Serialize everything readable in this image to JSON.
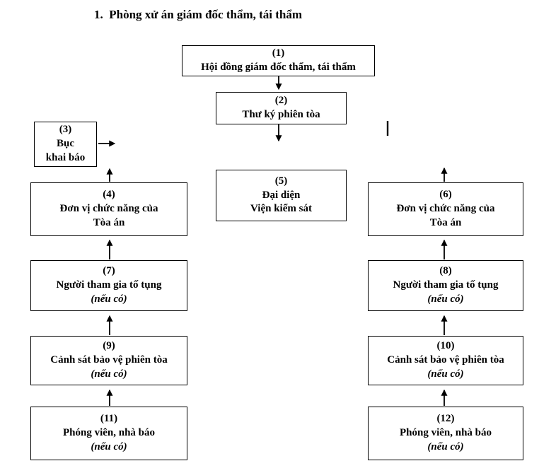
{
  "title": "1.  Phòng xử án giám đốc thẩm, tái thẩm",
  "colors": {
    "border": "#000000",
    "text": "#000000",
    "background": "#ffffff"
  },
  "boxes": {
    "b1": {
      "number": "(1)",
      "line1": "Hội đồng giám đốc thẩm, tái thẩm"
    },
    "b2": {
      "number": "(2)",
      "line1": "Thư ký phiên tòa"
    },
    "b3": {
      "number": "(3)",
      "line1": "Bục",
      "line2": "khai báo"
    },
    "b4": {
      "number": "(4)",
      "line1": "Đơn vị chức năng của",
      "line2": "Tòa án"
    },
    "b5": {
      "number": "(5)",
      "line1": "Đại diện",
      "line2": "Viện kiểm sát"
    },
    "b6": {
      "number": "(6)",
      "line1": "Đơn vị chức năng của",
      "line2": "Tòa án"
    },
    "b7": {
      "number": "(7)",
      "line1": "Người tham gia tố tụng",
      "note": "(nếu có)"
    },
    "b8": {
      "number": "(8)",
      "line1": "Người tham gia tố tụng",
      "note": "(nếu có)"
    },
    "b9": {
      "number": "(9)",
      "line1": "Cảnh sát bảo vệ phiên tòa",
      "note": "(nếu có)"
    },
    "b10": {
      "number": "(10)",
      "line1": "Cảnh sát bảo vệ phiên tòa",
      "note": "(nếu có)"
    },
    "b11": {
      "number": "(11)",
      "line1": "Phóng viên, nhà báo",
      "note": "(nếu có)"
    },
    "b12": {
      "number": "(12)",
      "line1": "Phóng viên, nhà báo",
      "note": "(nếu có)"
    }
  },
  "connections": [
    {
      "from": "(1)",
      "to": "(2)",
      "direction": "down"
    },
    {
      "from": "(2)",
      "to": "(5)",
      "direction": "down"
    },
    {
      "from": "(3)",
      "to": "outward",
      "direction": "right"
    },
    {
      "from": "(4)",
      "to": "(3)",
      "direction": "up"
    },
    {
      "from": "(6)",
      "to": "upward",
      "direction": "up"
    },
    {
      "from": "(7)",
      "to": "(4)",
      "direction": "up"
    },
    {
      "from": "(8)",
      "to": "(6)",
      "direction": "up"
    },
    {
      "from": "(9)",
      "to": "(7)",
      "direction": "up"
    },
    {
      "from": "(10)",
      "to": "(8)",
      "direction": "up"
    },
    {
      "from": "(11)",
      "to": "(9)",
      "direction": "up"
    },
    {
      "from": "(12)",
      "to": "(10)",
      "direction": "up"
    }
  ]
}
